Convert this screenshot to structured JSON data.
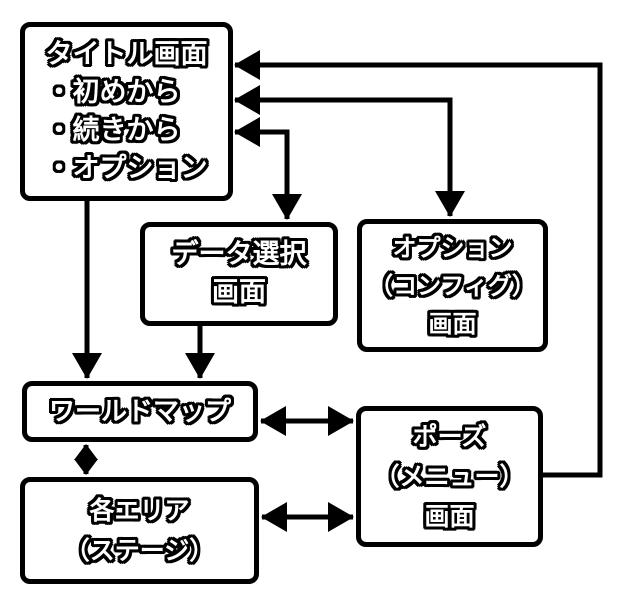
{
  "diagram": {
    "background_color": "#ffffff",
    "line_color": "#000000",
    "box_fill_color": "#ffffff",
    "box_border_color": "#000000",
    "text_fill_color": "#ffffff",
    "text_outline_color": "#000000",
    "boxes": {
      "title_screen": {
        "lines": [
          "タイトル画面",
          "・初めから",
          "・続きから",
          "・オプション"
        ]
      },
      "data_select": {
        "lines": [
          "データ選択",
          "画面"
        ]
      },
      "options_config": {
        "lines": [
          "オプション",
          "（コンフィグ）",
          "画面"
        ]
      },
      "world_map": {
        "lines": [
          "ワールドマップ"
        ]
      },
      "pause_menu": {
        "lines": [
          "ポーズ",
          "（メニュー）",
          "画面"
        ]
      },
      "area_stage": {
        "lines": [
          "各エリア",
          "（ステージ）"
        ]
      }
    },
    "edges": [
      {
        "from": "pause_menu",
        "to": "title_screen",
        "direction": "one-way"
      },
      {
        "from": "title_screen",
        "to": "options_config",
        "direction": "two-way"
      },
      {
        "from": "title_screen",
        "to": "data_select",
        "direction": "two-way"
      },
      {
        "from": "title_screen",
        "to": "world_map",
        "direction": "one-way"
      },
      {
        "from": "data_select",
        "to": "world_map",
        "direction": "one-way"
      },
      {
        "from": "world_map",
        "to": "area_stage",
        "direction": "two-way"
      },
      {
        "from": "world_map",
        "to": "pause_menu",
        "direction": "two-way"
      },
      {
        "from": "area_stage",
        "to": "pause_menu",
        "direction": "two-way"
      }
    ]
  }
}
